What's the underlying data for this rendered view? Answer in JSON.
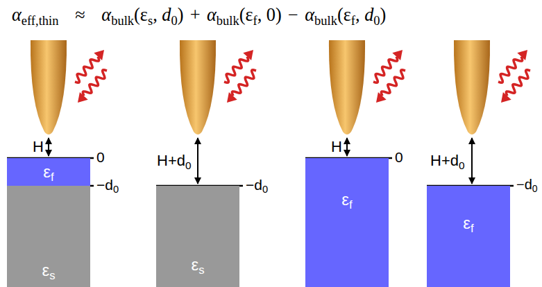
{
  "diagram": {
    "nodes": [
      {
        "text": [
          "ε",
          "f"
        ]
      },
      {
        "text": [
          "ε",
          "s"
        ]
      },
      {
        "text": [
          "ε",
          "s"
        ]
      },
      {
        "text": [
          "ε",
          "f"
        ]
      },
      {
        "text": [
          "ε",
          "f"
        ]
      }
    ],
    "labels": [
      "α",
      "eff,thin",
      "≈",
      "α",
      "bulk",
      "(ε",
      "s",
      ", ",
      "d",
      "0",
      ")",
      "+",
      "α",
      "bulk",
      "(ε",
      "f",
      ", 0)",
      "−",
      "α",
      "bulk",
      "(ε",
      "f",
      ", ",
      "d",
      "0",
      ")",
      "H",
      "0",
      "−d",
      "0",
      "H+d",
      "0",
      "−d",
      "0",
      "H",
      "0",
      "H+d",
      "0",
      "−d",
      "0"
    ]
  }
}
